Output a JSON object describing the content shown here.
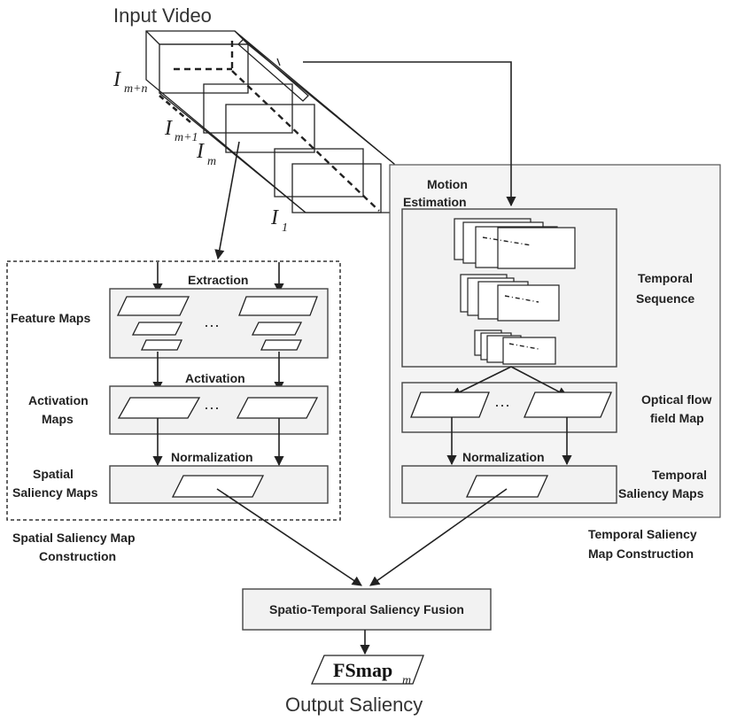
{
  "input": {
    "title": "Input Video",
    "frame_top": "I",
    "frame_top_sub": "m+n",
    "frame_next": "I",
    "frame_next_sub": "m+1",
    "frame_current": "I",
    "frame_current_sub": "m",
    "frame_first": "I",
    "frame_first_sub": "1"
  },
  "spatial": {
    "extraction_label": "Extraction",
    "feature_maps_label": "Feature Maps",
    "activation_label": "Activation",
    "activation_maps_label_1": "Activation",
    "activation_maps_label_2": "Maps",
    "normalization_label": "Normalization",
    "spatial_saliency_label_1": "Spatial",
    "spatial_saliency_label_2": "Saliency Maps",
    "ellipsis": "···",
    "caption_1": "Spatial Saliency Map",
    "caption_2": "Construction"
  },
  "temporal": {
    "motion_estimation_1": "Motion",
    "motion_estimation_2": "Estimation",
    "temporal_sequence_1": "Temporal",
    "temporal_sequence_2": "Sequence",
    "optical_flow_1": "Optical flow",
    "optical_flow_2": "field Map",
    "normalization_label": "Normalization",
    "temporal_saliency_1": "Temporal",
    "temporal_saliency_2": "Saliency Maps",
    "ellipsis": "···",
    "caption_1": "Temporal Saliency",
    "caption_2": "Map Construction"
  },
  "fusion": {
    "label": "Spatio-Temporal Saliency Fusion"
  },
  "output": {
    "map_label": "FSmap",
    "map_sub": "m",
    "title": "Output Saliency"
  }
}
